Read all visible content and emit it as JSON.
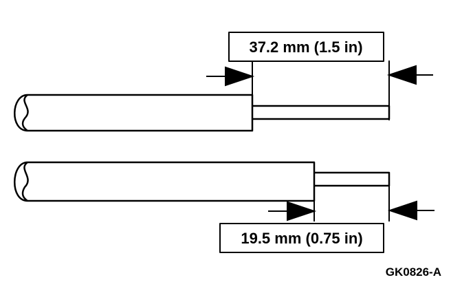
{
  "top_wire": {
    "dimension_label": "37.2 mm (1.5 in)"
  },
  "bottom_wire": {
    "dimension_label": "19.5 mm (0.75 in)"
  },
  "figure_code": "GK0826-A",
  "colors": {
    "ink": "#000000",
    "paper": "#ffffff"
  }
}
